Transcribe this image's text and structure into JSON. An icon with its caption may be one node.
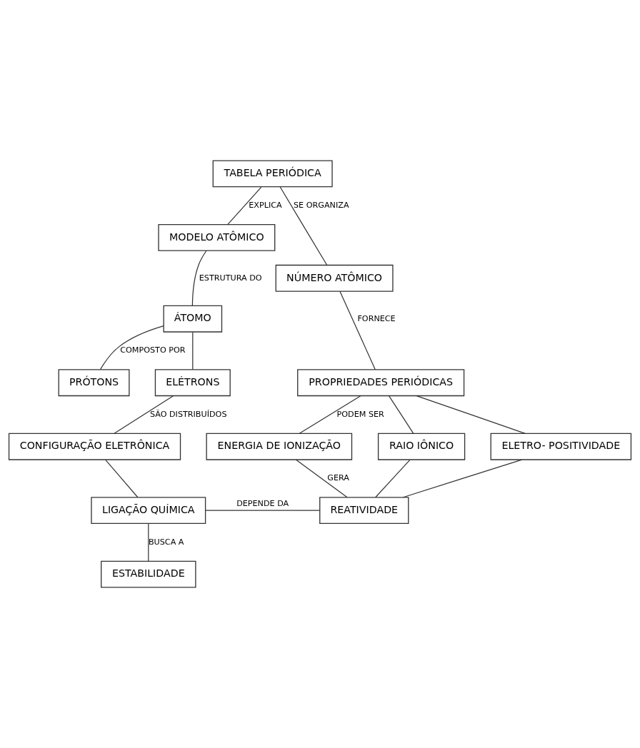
{
  "diagram": {
    "nodes": [
      {
        "text": [
          "TABELA PERIÓDICA"
        ]
      },
      {
        "text": [
          "MODELO ATÔMICO"
        ]
      },
      {
        "text": [
          "NÚMERO ATÔMICO"
        ]
      },
      {
        "text": [
          "ÁTOMO"
        ]
      },
      {
        "text": [
          "PROPRIEDADES PERIÓDICAS"
        ]
      },
      {
        "text": [
          "PRÓTONS"
        ]
      },
      {
        "text": [
          "ELÉTRONS"
        ]
      },
      {
        "text": [
          "CONFIGURAÇÃO ELETRÔNICA"
        ]
      },
      {
        "text": [
          "ENERGIA DE IONIZAÇÃO"
        ]
      },
      {
        "text": [
          "RAIO IÔNICO"
        ]
      },
      {
        "text": [
          "ELETRO- POSITIVIDADE"
        ]
      },
      {
        "text": [
          "LIGAÇÃO QUÍMICA"
        ]
      },
      {
        "text": [
          "REATIVIDADE"
        ]
      },
      {
        "text": [
          "ESTABILIDADE"
        ]
      }
    ],
    "edges": [
      {
        "from": 0,
        "to": 1,
        "arrow": "none",
        "label": "EXPLICA"
      },
      {
        "from": 0,
        "to": 2,
        "arrow": "none",
        "label": "SE ORGANIZA"
      },
      {
        "from": 1,
        "to": 3,
        "arrow": "none",
        "label": "ESTRUTURA DO"
      },
      {
        "from": 2,
        "to": 4,
        "arrow": "none",
        "label": "FORNECE"
      },
      {
        "from": 3,
        "to": 5,
        "arrow": "none",
        "label": "COMPOSTO POR"
      },
      {
        "from": 3,
        "to": 6,
        "arrow": "none"
      },
      {
        "from": 4,
        "to": 8,
        "arrow": "none",
        "label": "PODEM SER"
      },
      {
        "from": 4,
        "to": 9,
        "arrow": "none"
      },
      {
        "from": 4,
        "to": 10,
        "arrow": "none"
      },
      {
        "from": 6,
        "to": 7,
        "arrow": "none",
        "label": "SÃO DISTRIBUÍDOS"
      },
      {
        "from": 7,
        "to": 11,
        "arrow": "none"
      },
      {
        "from": 8,
        "to": 12,
        "arrow": "none",
        "label": "GERA"
      },
      {
        "from": 9,
        "to": 12,
        "arrow": "none"
      },
      {
        "from": 10,
        "to": 12,
        "arrow": "none"
      },
      {
        "from": 11,
        "to": 12,
        "arrow": "none",
        "label": "DEPENDE DA"
      },
      {
        "from": 11,
        "to": 13,
        "arrow": "none",
        "label": "BUSCA A"
      }
    ]
  }
}
